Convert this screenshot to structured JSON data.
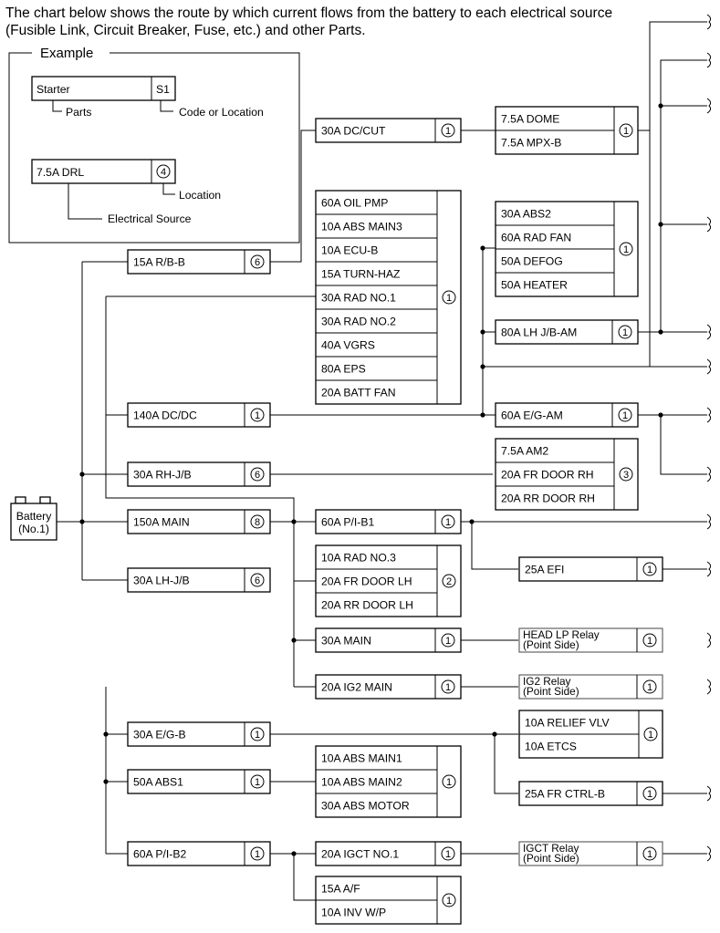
{
  "intro": "The chart below shows the route by which current flows from the battery to each electrical source\n(Fusible Link, Circuit Breaker, Fuse, etc.) and other Parts.",
  "example": {
    "title": "Example",
    "part_name": "Starter",
    "part_code": "S1",
    "parts_note": "Parts",
    "code_note": "Code or Location",
    "source_name": "7.5A DRL",
    "source_loc": "4",
    "location_note": "Location",
    "source_note": "Electrical Source"
  },
  "battery": {
    "line1": "Battery",
    "line2": "(No.1)"
  },
  "col1": [
    {
      "label": "15A R/B-B",
      "loc": "6"
    },
    {
      "label": "140A DC/DC",
      "loc": "1"
    },
    {
      "label": "30A RH-J/B",
      "loc": "6"
    },
    {
      "label": "150A MAIN",
      "loc": "8"
    },
    {
      "label": "30A LH-J/B",
      "loc": "6"
    },
    {
      "label": "30A E/G-B",
      "loc": "1"
    },
    {
      "label": "50A ABS1",
      "loc": "1"
    },
    {
      "label": "60A P/I-B2",
      "loc": "1"
    }
  ],
  "col2_singles": [
    {
      "label": "30A DC/CUT",
      "loc": "1"
    },
    {
      "label": "60A P/I-B1",
      "loc": "1"
    },
    {
      "label": "30A MAIN",
      "loc": "1"
    },
    {
      "label": "20A IG2 MAIN",
      "loc": "1"
    },
    {
      "label": "20A IGCT NO.1",
      "loc": "1"
    }
  ],
  "col2_groups": [
    {
      "loc": "1",
      "items": [
        "60A OIL PMP",
        "10A ABS MAIN3",
        "10A ECU-B",
        "15A TURN-HAZ",
        "30A RAD NO.1",
        "30A RAD NO.2",
        "40A VGRS",
        "80A EPS",
        "20A BATT FAN"
      ]
    },
    {
      "loc": "2",
      "items": [
        "10A RAD NO.3",
        "20A FR DOOR LH",
        "20A RR DOOR LH"
      ]
    },
    {
      "loc": "1",
      "items": [
        "10A ABS MAIN1",
        "10A ABS MAIN2",
        "30A ABS MOTOR"
      ]
    },
    {
      "loc": "1",
      "items": [
        "15A A/F",
        "10A INV W/P"
      ]
    }
  ],
  "col3_groups": [
    {
      "loc": "1",
      "items": [
        "7.5A DOME",
        "7.5A MPX-B"
      ]
    },
    {
      "loc": "1",
      "items": [
        "30A ABS2",
        "60A RAD FAN",
        "50A DEFOG",
        "50A HEATER"
      ]
    },
    {
      "loc": "3",
      "items": [
        "7.5A AM2",
        "20A FR DOOR RH",
        "20A RR DOOR RH"
      ]
    },
    {
      "loc": "1",
      "items": [
        "10A RELIEF VLV",
        "10A ETCS"
      ]
    }
  ],
  "col3_singles": [
    {
      "label": "80A LH J/B-AM",
      "loc": "1"
    },
    {
      "label": "60A E/G-AM",
      "loc": "1"
    },
    {
      "label": "25A EFI",
      "loc": "1"
    },
    {
      "label": "25A FR CTRL-B",
      "loc": "1"
    }
  ],
  "relays": [
    {
      "line1": "HEAD LP Relay",
      "line2": "(Point Side)",
      "loc": "1"
    },
    {
      "line1": "IG2 Relay",
      "line2": "(Point Side)",
      "loc": "1"
    },
    {
      "line1": "IGCT Relay",
      "line2": "(Point Side)",
      "loc": "1"
    }
  ],
  "colors": {
    "line": "#000000",
    "relay_border": "#555555"
  }
}
